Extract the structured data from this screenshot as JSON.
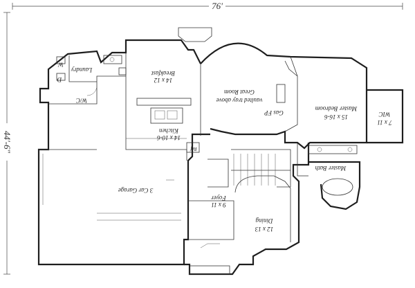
{
  "dimensions": {
    "width_label": "76'",
    "depth_label": "44'-6\""
  },
  "rooms": {
    "laundry": "Laundry",
    "w": "W",
    "d": "D",
    "wic_left": "W/C",
    "breakfast_name": "Breakfast",
    "breakfast_size": "14 x 12",
    "kitchen_name": "Kitchen",
    "kitchen_size": "14 x 10-6",
    "ref": "Ref",
    "great_room_name": "Great Room",
    "great_room_note": "vaulted tray above",
    "gas_fp": "Gas FP",
    "master_bedroom_name": "Master Bedroom",
    "master_bedroom_size": "15 x 16-6",
    "wic_right_name": "WIC",
    "wic_right_size": "7 x 11",
    "master_bath": "Master Bath",
    "garage": "3 Car Garage",
    "foyer_name": "Foyer",
    "foyer_size": "9 x 11",
    "dining_name": "Dining",
    "dining_size": "12 x 13"
  }
}
